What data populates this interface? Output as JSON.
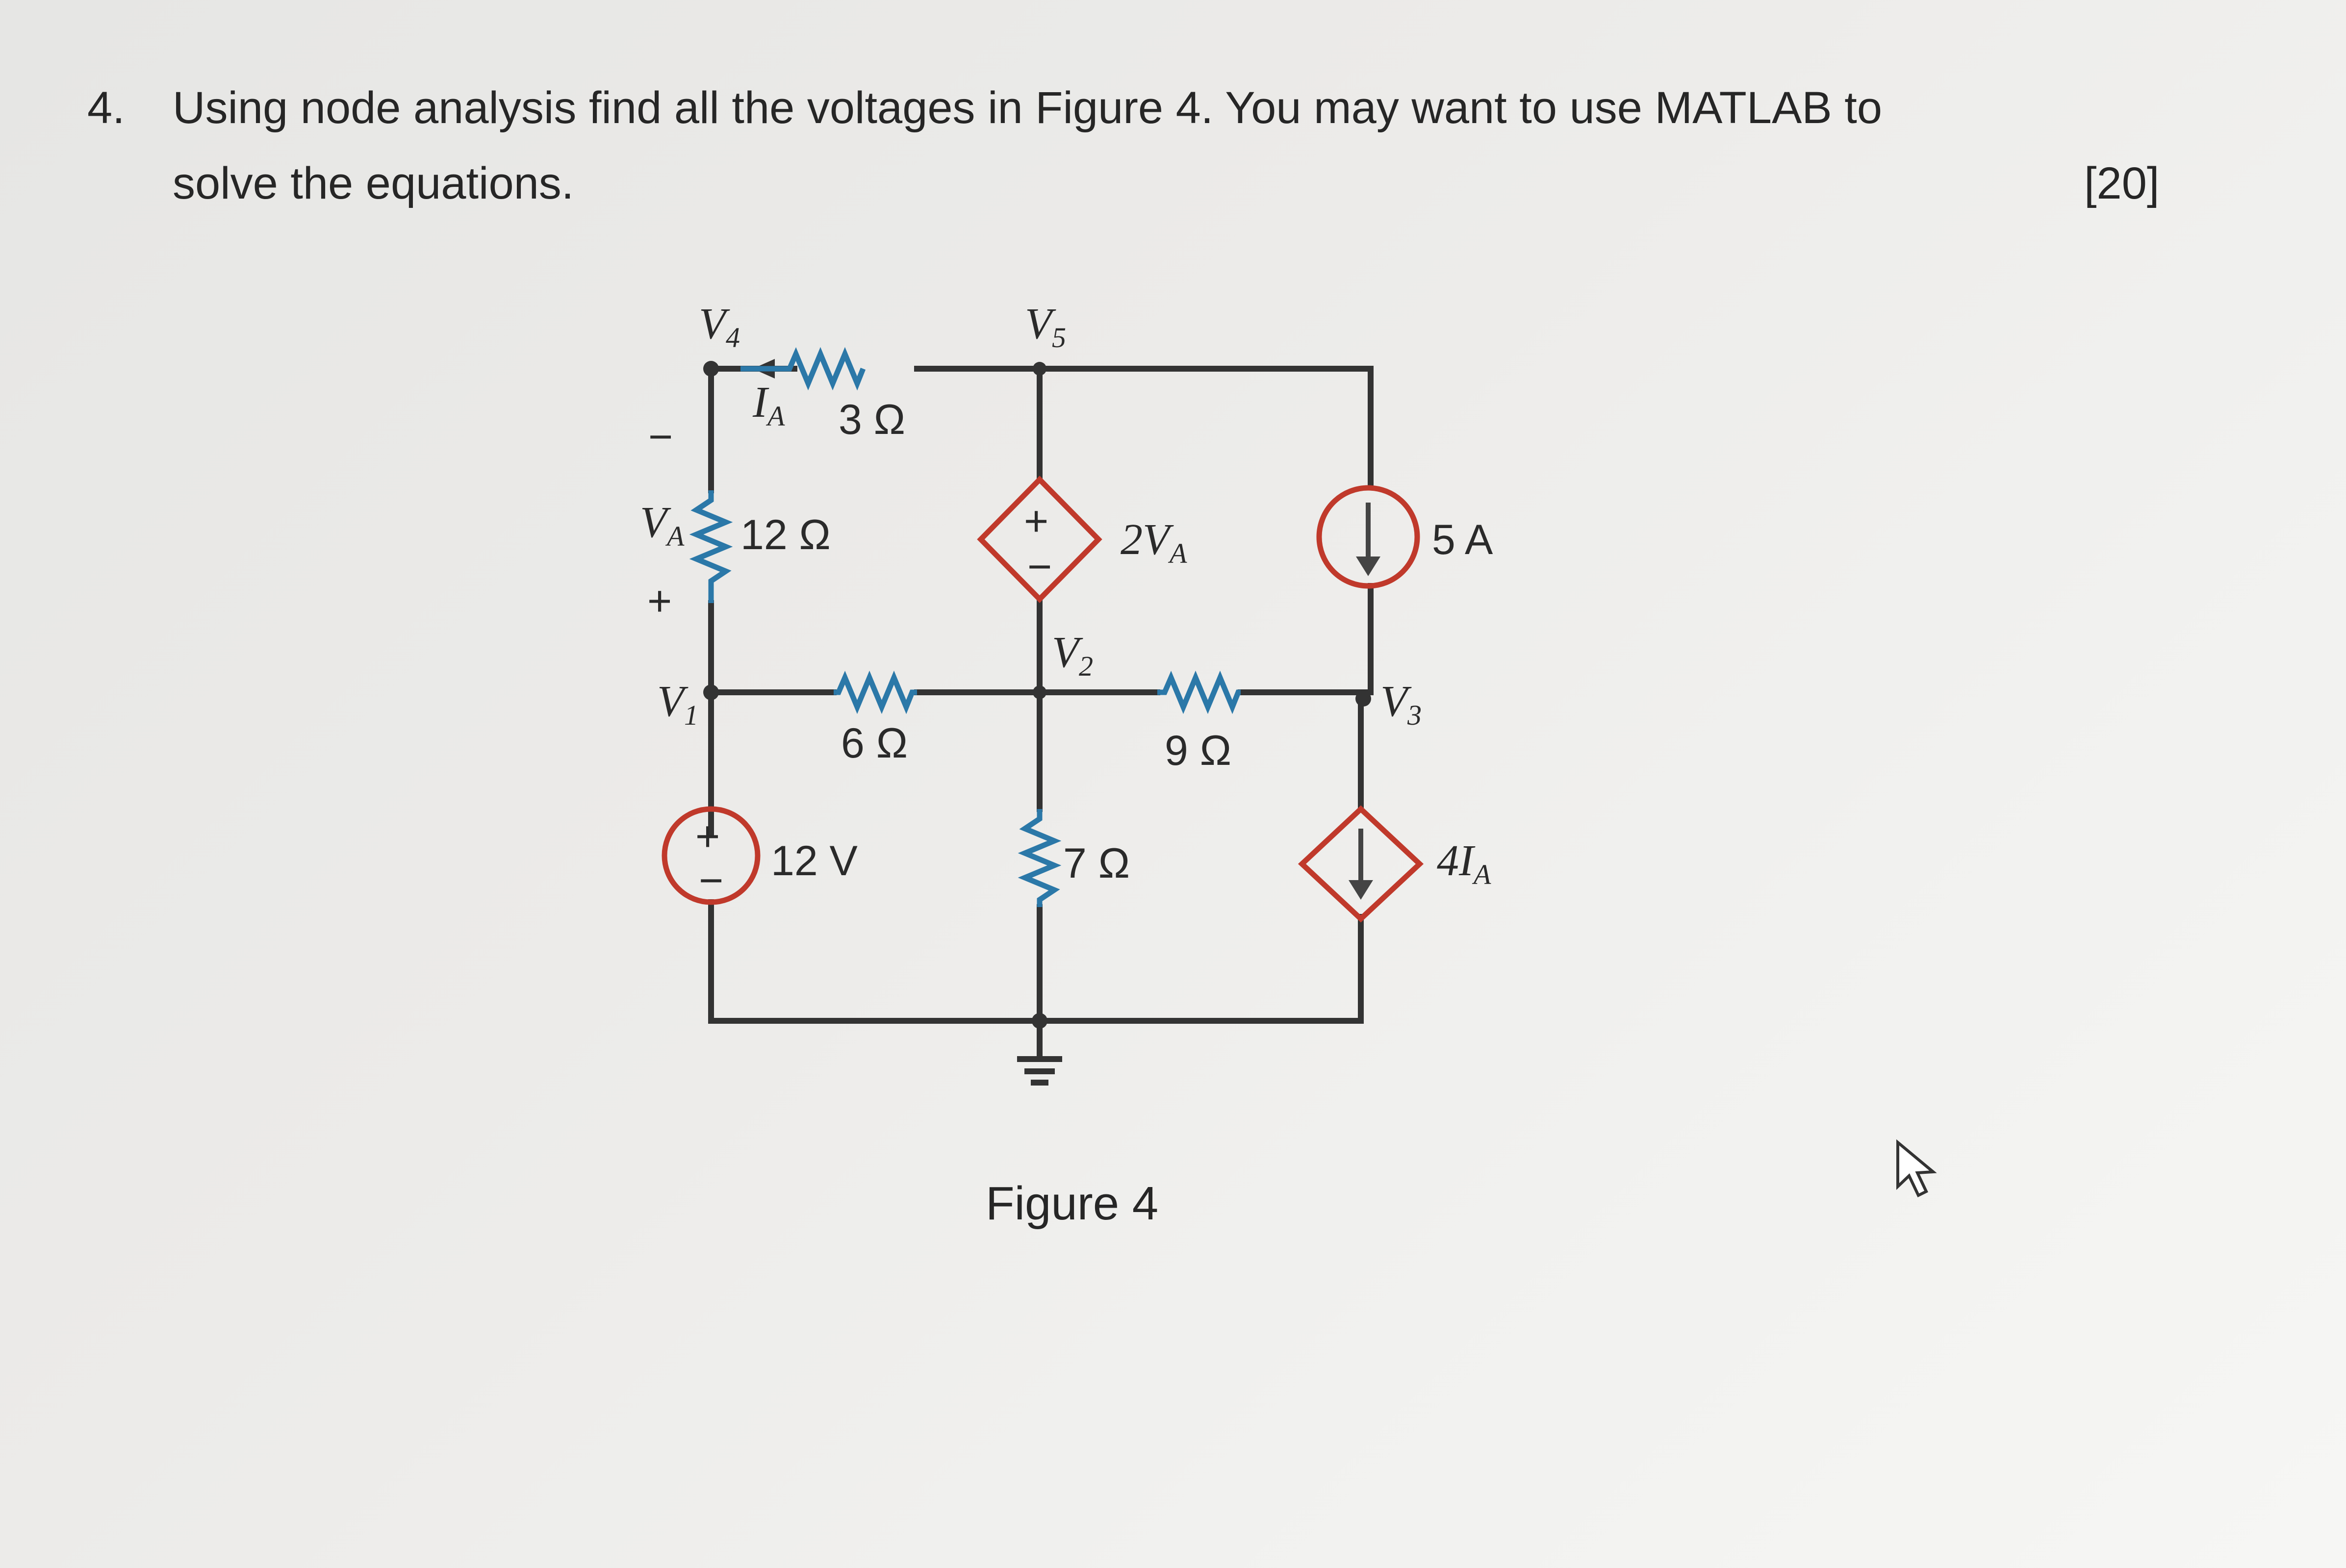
{
  "question": {
    "number": "4.",
    "line1": "Using node analysis find all the voltages in Figure 4.  You may want to use MATLAB to",
    "line2": "solve the equations.",
    "marks": "[20]"
  },
  "figure": {
    "caption": "Figure 4",
    "nodes": {
      "v4": "V",
      "v4_sub": "4",
      "v5": "V",
      "v5_sub": "5",
      "v1": "V",
      "v1_sub": "1",
      "v2": "V",
      "v2_sub": "2",
      "v3": "V",
      "v3_sub": "3",
      "va": "V",
      "va_sub": "A"
    },
    "current_label": "I",
    "current_sub": "A",
    "va_minus": "−",
    "va_plus": "+",
    "r3": "3 Ω",
    "r12": "12 Ω",
    "r6": "6 Ω",
    "r9": "9 Ω",
    "r7": "7 Ω",
    "vs_label": "12 V",
    "dep_vs": "2V",
    "dep_vs_sub": "A",
    "cs_label": "5 A",
    "dep_cs": "4I",
    "dep_cs_sub": "A",
    "plus": "+",
    "minus": "−"
  },
  "colors": {
    "resistor": "#2b78a8",
    "source": "#c0392b",
    "wire": "#333333"
  }
}
